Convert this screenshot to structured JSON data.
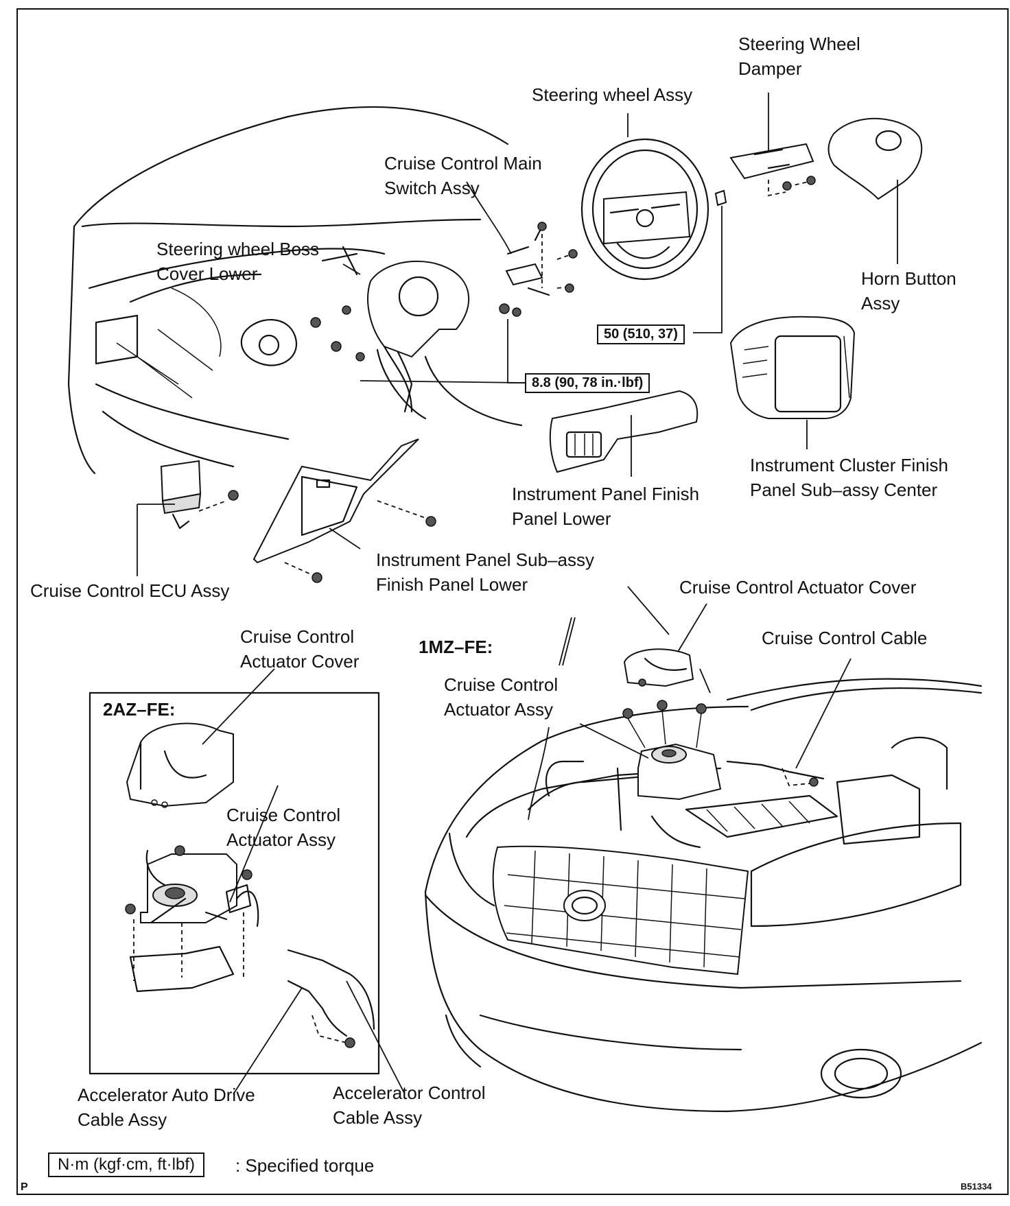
{
  "labels": {
    "steering_wheel_damper": "Steering Wheel\nDamper",
    "steering_wheel_assy": "Steering wheel Assy",
    "cruise_main_switch": "Cruise Control Main\nSwitch Assy",
    "steering_boss_cover": "Steering wheel Boss\nCover Lower",
    "horn_button": "Horn Button\nAssy",
    "instrument_cluster_finish": "Instrument Cluster Finish\nPanel Sub–assy Center",
    "instrument_panel_finish_lower": "Instrument Panel Finish\nPanel Lower",
    "instrument_panel_subassy": "Instrument Panel Sub–assy\nFinish Panel Lower",
    "cruise_ecu": "Cruise Control ECU Assy",
    "actuator_cover_1mz": "Cruise Control Actuator Cover",
    "cruise_cable": "Cruise Control Cable",
    "actuator_cover_2az": "Cruise Control\nActuator Cover",
    "actuator_assy_1mz": "Cruise Control\nActuator Assy",
    "actuator_assy_2az": "Cruise Control\nActuator Assy",
    "accel_auto_drive_cable": "Accelerator Auto Drive\nCable Assy",
    "accel_control_cable": "Accelerator Control\nCable Assy"
  },
  "engines": {
    "mz": "1MZ–FE:",
    "az": "2AZ–FE:"
  },
  "torques": {
    "steering_nut": "50 (510, 37)",
    "airbag_bolt": "8.8 (90, 78 in.·lbf)"
  },
  "legend": {
    "unit_box": "N·m (kgf·cm, ft·lbf)",
    "text": ": Specified torque"
  },
  "corner": {
    "left": "P",
    "figure_id": "B51334"
  }
}
